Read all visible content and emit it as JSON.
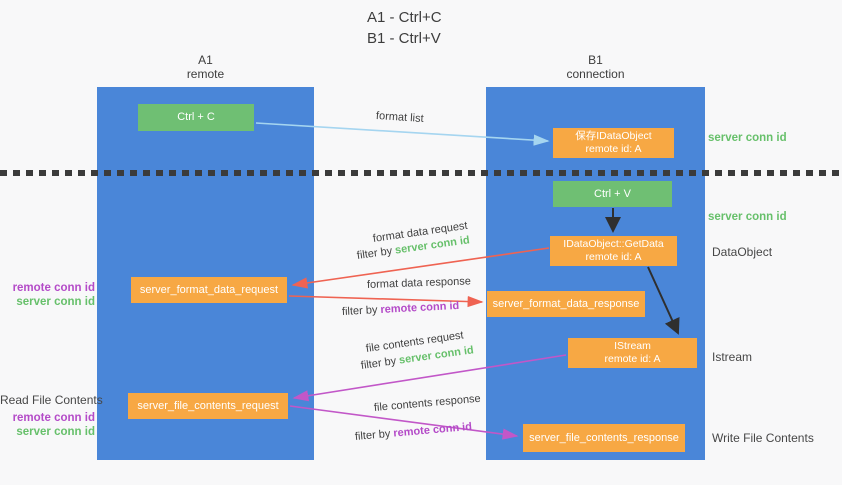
{
  "title": {
    "line1": "A1 - Ctrl+C",
    "line2": "B1 - Ctrl+V"
  },
  "lifelines": {
    "left": {
      "name": "A1",
      "role": "remote"
    },
    "right": {
      "name": "B1",
      "role": "connection"
    }
  },
  "nodes": {
    "ctrl_c": {
      "label": "Ctrl + C"
    },
    "ctrl_v": {
      "label": "Ctrl + V"
    },
    "save_dataobject": {
      "line1": "保存IDataObject",
      "line2": "remote id: A"
    },
    "getdata": {
      "line1": "IDataObject::GetData",
      "line2": "remote id: A"
    },
    "istream": {
      "line1": "IStream",
      "line2": "remote id: A"
    },
    "format_request": {
      "label": "server_format_data_request"
    },
    "format_response": {
      "label": "server_format_data_response"
    },
    "file_request": {
      "label": "server_file_contents_request"
    },
    "file_response": {
      "label": "server_file_contents_response"
    }
  },
  "messages": {
    "format_list": {
      "label": "format list"
    },
    "format_data_request": {
      "label": "format data request",
      "filter_prefix": "filter by ",
      "filter_key": "server conn id"
    },
    "format_data_response": {
      "label": "format data response",
      "filter_prefix": "filter by ",
      "filter_key": "remote conn id"
    },
    "file_contents_request": {
      "label": "file contents request",
      "filter_prefix": "filter by ",
      "filter_key": "server conn id"
    },
    "file_contents_response": {
      "label": "file contents response",
      "filter_prefix": "filter by ",
      "filter_key": "remote conn id"
    }
  },
  "annotations": {
    "server_conn_id_top_right": "server conn id",
    "server_conn_id_mid_right": "server conn id",
    "dataobject_right": "DataObject",
    "istream_right": "Istream",
    "write_file_contents_right": "Write File Contents",
    "remote_conn_id_left_1": "remote conn id",
    "server_conn_id_left_1": "server conn id",
    "read_file_contents_left": "Read File Contents",
    "remote_conn_id_left_2": "remote conn id",
    "server_conn_id_left_2": "server conn id"
  },
  "colors": {
    "lifeline_blue": "#4a86d8",
    "action_green": "#6fbf73",
    "object_orange": "#f7a844",
    "arrow_lightblue": "#a5d5f0",
    "arrow_red": "#ef6352",
    "arrow_magenta": "#c257c8",
    "arrow_black": "#2f2f2f",
    "text_green": "#67c06b",
    "text_purple": "#b44bc8",
    "text_dark": "#3f3f3f",
    "background": "#f8f8f9"
  }
}
